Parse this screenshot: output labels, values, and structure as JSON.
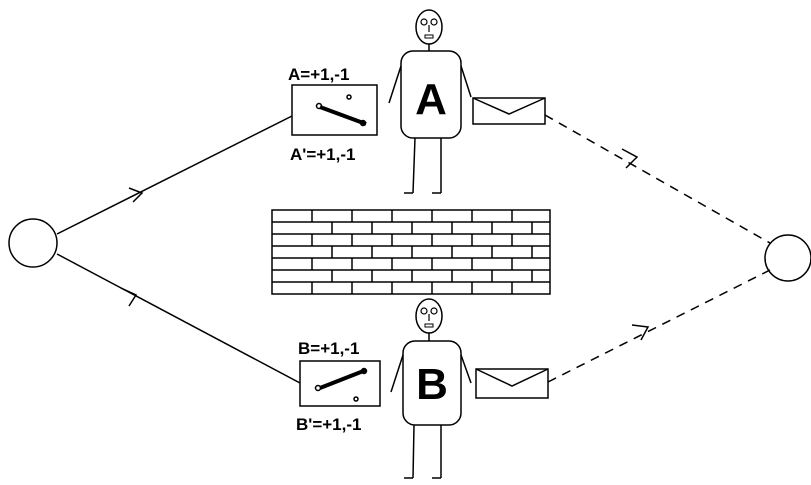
{
  "observers": {
    "a": {
      "letter": "A",
      "setting_top": "A=+1,-1",
      "setting_bottom": "A'=+1,-1"
    },
    "b": {
      "letter": "B",
      "setting_top": "B=+1,-1",
      "setting_bottom": "B'=+1,-1"
    }
  },
  "colors": {
    "ink": "#000000",
    "background": "#ffffff"
  },
  "icons": {
    "source": "circle-icon",
    "detector": "circle-icon",
    "message": "envelope-icon",
    "barrier": "brick-wall-icon"
  }
}
